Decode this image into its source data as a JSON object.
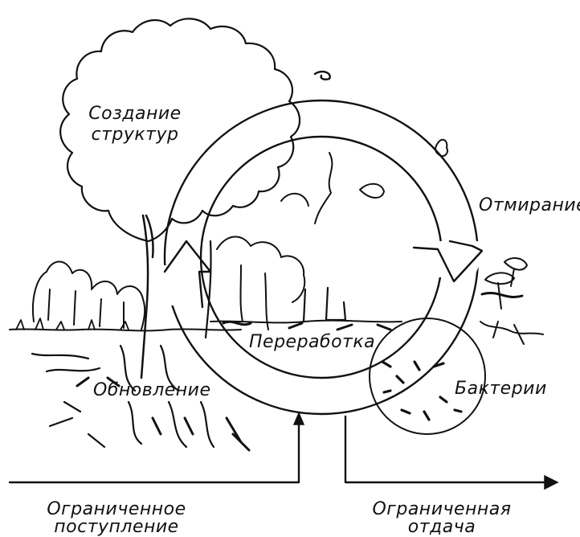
{
  "labels": {
    "creation": [
      "Создание",
      "структур"
    ],
    "dying": "Отмирание",
    "processing": "Переработка",
    "bacteria": "Бактерии",
    "renewal": "Обновление",
    "limited_input": [
      "Ограниченное",
      "поступление"
    ],
    "limited_output": [
      "Ограниченная",
      "отдача"
    ]
  },
  "colors": {
    "ink": "#111111",
    "paper": "#ffffff"
  }
}
